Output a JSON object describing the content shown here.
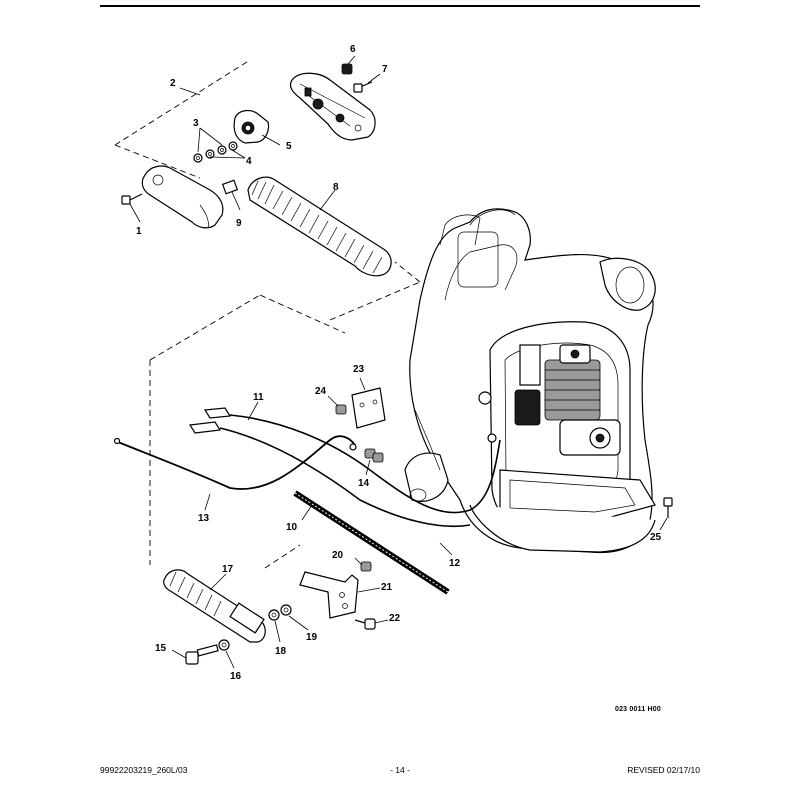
{
  "callouts": [
    {
      "id": "1",
      "label": "1"
    },
    {
      "id": "2",
      "label": "2"
    },
    {
      "id": "3",
      "label": "3"
    },
    {
      "id": "4",
      "label": "4"
    },
    {
      "id": "5",
      "label": "5"
    },
    {
      "id": "6",
      "label": "6"
    },
    {
      "id": "7",
      "label": "7"
    },
    {
      "id": "8",
      "label": "8"
    },
    {
      "id": "9",
      "label": "9"
    },
    {
      "id": "10",
      "label": "10"
    },
    {
      "id": "11",
      "label": "11"
    },
    {
      "id": "12",
      "label": "12"
    },
    {
      "id": "13",
      "label": "13"
    },
    {
      "id": "14",
      "label": "14"
    },
    {
      "id": "15",
      "label": "15"
    },
    {
      "id": "16",
      "label": "16"
    },
    {
      "id": "17",
      "label": "17"
    },
    {
      "id": "18",
      "label": "18"
    },
    {
      "id": "19",
      "label": "19"
    },
    {
      "id": "20",
      "label": "20"
    },
    {
      "id": "21",
      "label": "21"
    },
    {
      "id": "22",
      "label": "22"
    },
    {
      "id": "23",
      "label": "23"
    },
    {
      "id": "24",
      "label": "24"
    },
    {
      "id": "25",
      "label": "25"
    }
  ],
  "drawing_code": "023 0011 H00",
  "footer": {
    "document_number": "99922203219_260L/03",
    "page": "- 14 -",
    "revision": "REVISED 02/17/10"
  }
}
